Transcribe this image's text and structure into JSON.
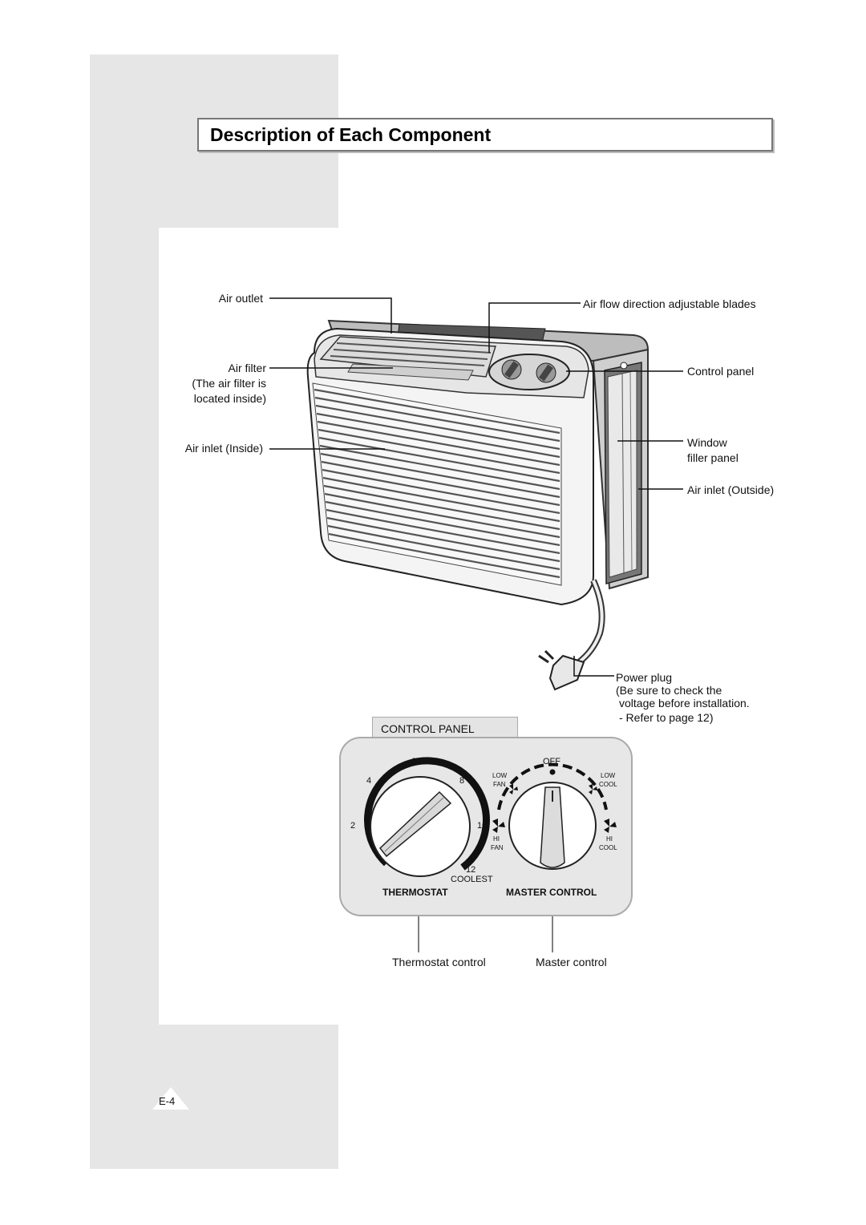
{
  "page": {
    "title": "Description of Each Component",
    "page_number": "E-4"
  },
  "callouts": {
    "air_outlet": "Air outlet",
    "air_filter": "Air filter",
    "air_filter_note_1": "(The air filter is",
    "air_filter_note_2": "located inside)",
    "air_inlet_inside": "Air inlet (Inside)",
    "air_flow_blades": "Air flow direction adjustable blades",
    "control_panel": "Control panel",
    "window_filler_1": "Window",
    "window_filler_2": "filler panel",
    "air_inlet_outside": "Air inlet (Outside)",
    "power_plug": "Power plug",
    "power_plug_note_1": "(Be sure to check the",
    "power_plug_note_2": "voltage before installation.",
    "power_plug_note_3": "- Refer to page 12)"
  },
  "control_panel": {
    "heading": "CONTROL PANEL",
    "thermostat": {
      "label": "THERMOSTAT",
      "scale": [
        "2",
        "4",
        "6",
        "8",
        "10",
        "12"
      ],
      "coolest": "COOLEST"
    },
    "master": {
      "label": "MASTER CONTROL",
      "off": "OFF",
      "low_fan_1": "LOW",
      "low_fan_2": "FAN",
      "low_cool_1": "LOW",
      "low_cool_2": "COOL",
      "hi_fan_1": "HI",
      "hi_fan_2": "FAN",
      "hi_cool_1": "HI",
      "hi_cool_2": "COOL"
    },
    "thermostat_control": "Thermostat control",
    "master_control": "Master control"
  }
}
